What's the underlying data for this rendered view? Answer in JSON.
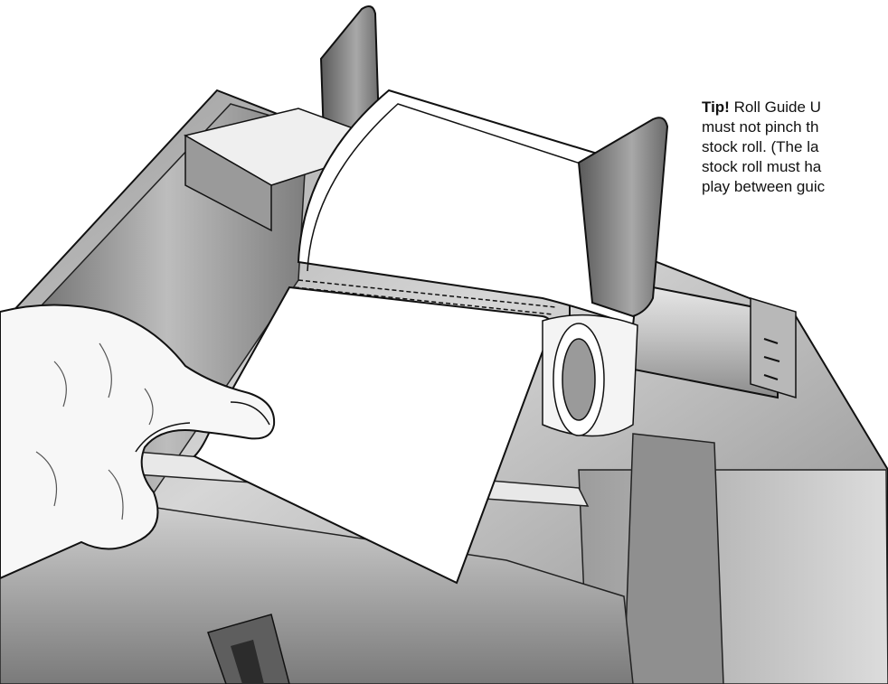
{
  "tip": {
    "label": "Tip!",
    "lines": [
      " Roll Guide U",
      "must not pinch th",
      "stock roll.  (The la",
      "stock roll must ha",
      "play between guic"
    ]
  },
  "icons": {
    "hand": "hand-illustration-icon",
    "label_roll": "label-roll-icon",
    "roll_guide": "roll-guide-icon"
  },
  "colors": {
    "metal_dark": "#7a7a7a",
    "metal_light": "#e6e6e6",
    "label_white": "#ffffff",
    "outline": "#111111"
  }
}
